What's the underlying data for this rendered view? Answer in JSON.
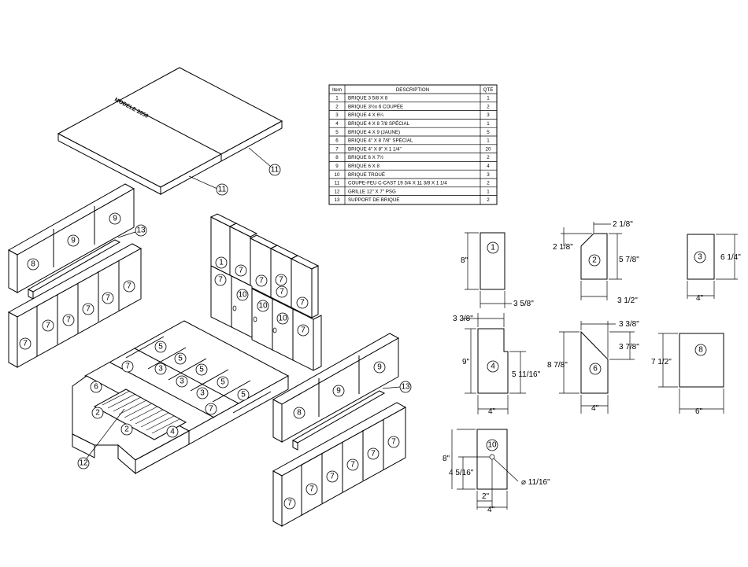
{
  "table": {
    "headers": [
      "Item",
      "DESCRIPTION",
      "QTE"
    ],
    "rows": [
      [
        "1",
        "BRIQUE 3 5/8 X 8",
        "1"
      ],
      [
        "2",
        "BRIQUE 3½x 6 COUPÉE",
        "2"
      ],
      [
        "3",
        "BRIQUE 4 X 6¼",
        "3"
      ],
      [
        "4",
        "BRIQUE 4 X 8 7/8 SPÉCIAL",
        "1"
      ],
      [
        "5",
        "BRIQUE 4 X 9 (JAUNE)",
        "5"
      ],
      [
        "6",
        "BRIQUE 4\" X 8 7/8\" SPÉCIAL",
        "1"
      ],
      [
        "7",
        "BRIQUE 4\" X 8\" X 1 1/4\"",
        "20"
      ],
      [
        "8",
        "BRIQUE 6 X 7½",
        "2"
      ],
      [
        "9",
        "BRIQUE 6 X 8",
        "4"
      ],
      [
        "10",
        "BRIQUE TROUÉ",
        "3"
      ],
      [
        "11",
        "COUPE-FEU C-CAST 19 3/4 X 11 3/8 X 1 1/4",
        "2"
      ],
      [
        "12",
        "GRILLE 12\" X 7\" PSG",
        "1"
      ],
      [
        "13",
        "SUPPORT DE BRIQUE",
        "2"
      ]
    ]
  },
  "stamp_text": "MODELE 2050",
  "details": {
    "d1": {
      "num": "1",
      "height": "8\"",
      "width": "3 5/8\""
    },
    "d2": {
      "num": "2",
      "cut_top": "2 1/8\"",
      "cut_side": "2 1/8\"",
      "height": "5 7/8\"",
      "width": "3 1/2\""
    },
    "d3": {
      "num": "3",
      "height": "6 1/4\"",
      "width": "4\""
    },
    "d4": {
      "num": "4",
      "top": "3 3/8\"",
      "height": "9\"",
      "inner": "5 11/16\"",
      "width": "4\""
    },
    "d6": {
      "num": "6",
      "top": "3 3/8\"",
      "notch": "3 7/8\"",
      "height": "8 7/8\"",
      "width": "4\""
    },
    "d8": {
      "num": "8",
      "height": "7 1/2\"",
      "width": "6\""
    },
    "d10": {
      "num": "10",
      "height": "8\"",
      "hole_height": "4 5/16\"",
      "hole_offset": "2\"",
      "width": "4\"",
      "hole_dia": "⌀ 11/16\""
    }
  },
  "callouts": {
    "n1": "1",
    "n2": "2",
    "n3": "3",
    "n4": "4",
    "n5": "5",
    "n6": "6",
    "n7": "7",
    "n8": "8",
    "n9": "9",
    "n10": "10",
    "n11": "11",
    "n12": "12",
    "n13": "13"
  }
}
